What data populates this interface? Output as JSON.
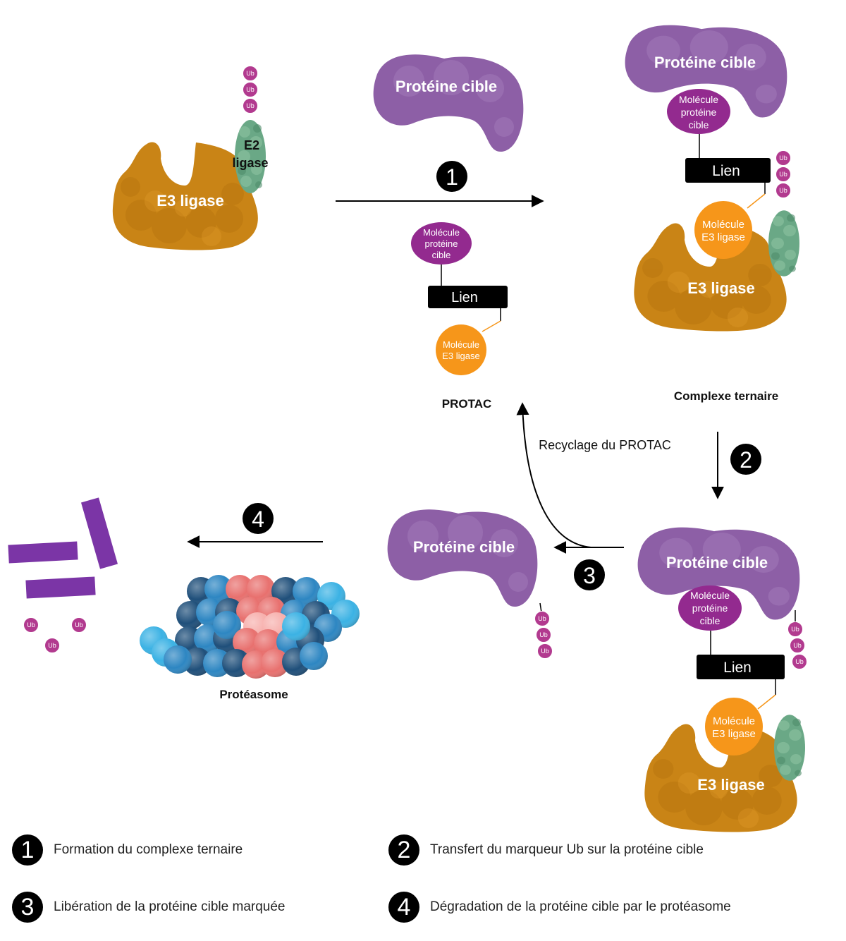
{
  "labels": {
    "e3_ligase": "E3 ligase",
    "e2_line1": "E2",
    "e2_line2": "ligase",
    "ub": "Ub",
    "target_protein": "Protéine cible",
    "target_molecule_1": "Molécule",
    "target_molecule_2": "protéine",
    "target_molecule_3": "cible",
    "linker": "Lien",
    "e3_molecule_1": "Molécule",
    "e3_molecule_2": "E3 ligase",
    "protac": "PROTAC",
    "ternary_complex": "Complexe ternaire",
    "recycling": "Recyclage du PROTAC",
    "proteasome": "Protéasome"
  },
  "steps": [
    {
      "number": "1",
      "text": "Formation du complexe ternaire"
    },
    {
      "number": "2",
      "text": "Transfert du marqueur Ub sur la protéine cible"
    },
    {
      "number": "3",
      "text": "Libération de la protéine cible marquée"
    },
    {
      "number": "4",
      "text": "Dégradation de la protéine cible par le protéasome"
    }
  ],
  "colors": {
    "e3": "#c98416",
    "e2": "#6aa886",
    "protein": "#8d5fa6",
    "ub": "#b23a8f",
    "target_molecule": "#932a8f",
    "e3_molecule": "#f6961a",
    "linker": "#000000",
    "fragments": "#7b35a6"
  }
}
